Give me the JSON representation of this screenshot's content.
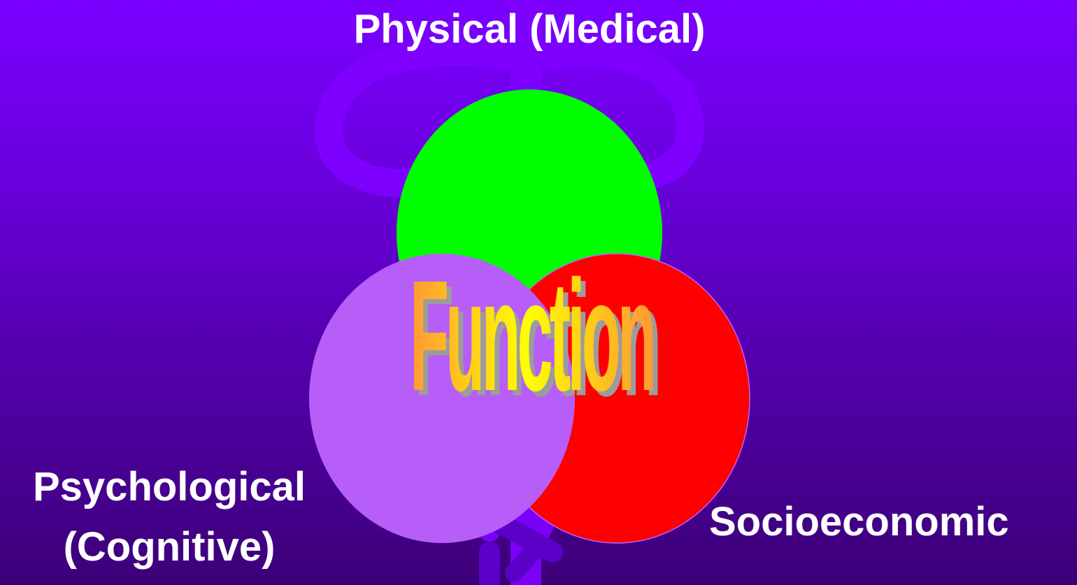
{
  "labels": {
    "physical": "Physical (Medical)",
    "psychological_line1": "Psychological",
    "psychological_line2": "(Cognitive)",
    "socioeconomic": "Socioeconomic"
  },
  "center_word": "Function",
  "background_icon": "caduceus-icon",
  "colors": {
    "background_top": "#7a00ff",
    "background_bottom": "#3c0078",
    "physical_circle": "#00ff00",
    "psychological_circle": "#b65ef7",
    "socioeconomic_circle": "#ff0000",
    "center_word_orange": "#ff9933",
    "center_word_yellow": "#ffff00",
    "center_word_shadow": "#9c9c9c",
    "label_text": "#ffffff"
  }
}
